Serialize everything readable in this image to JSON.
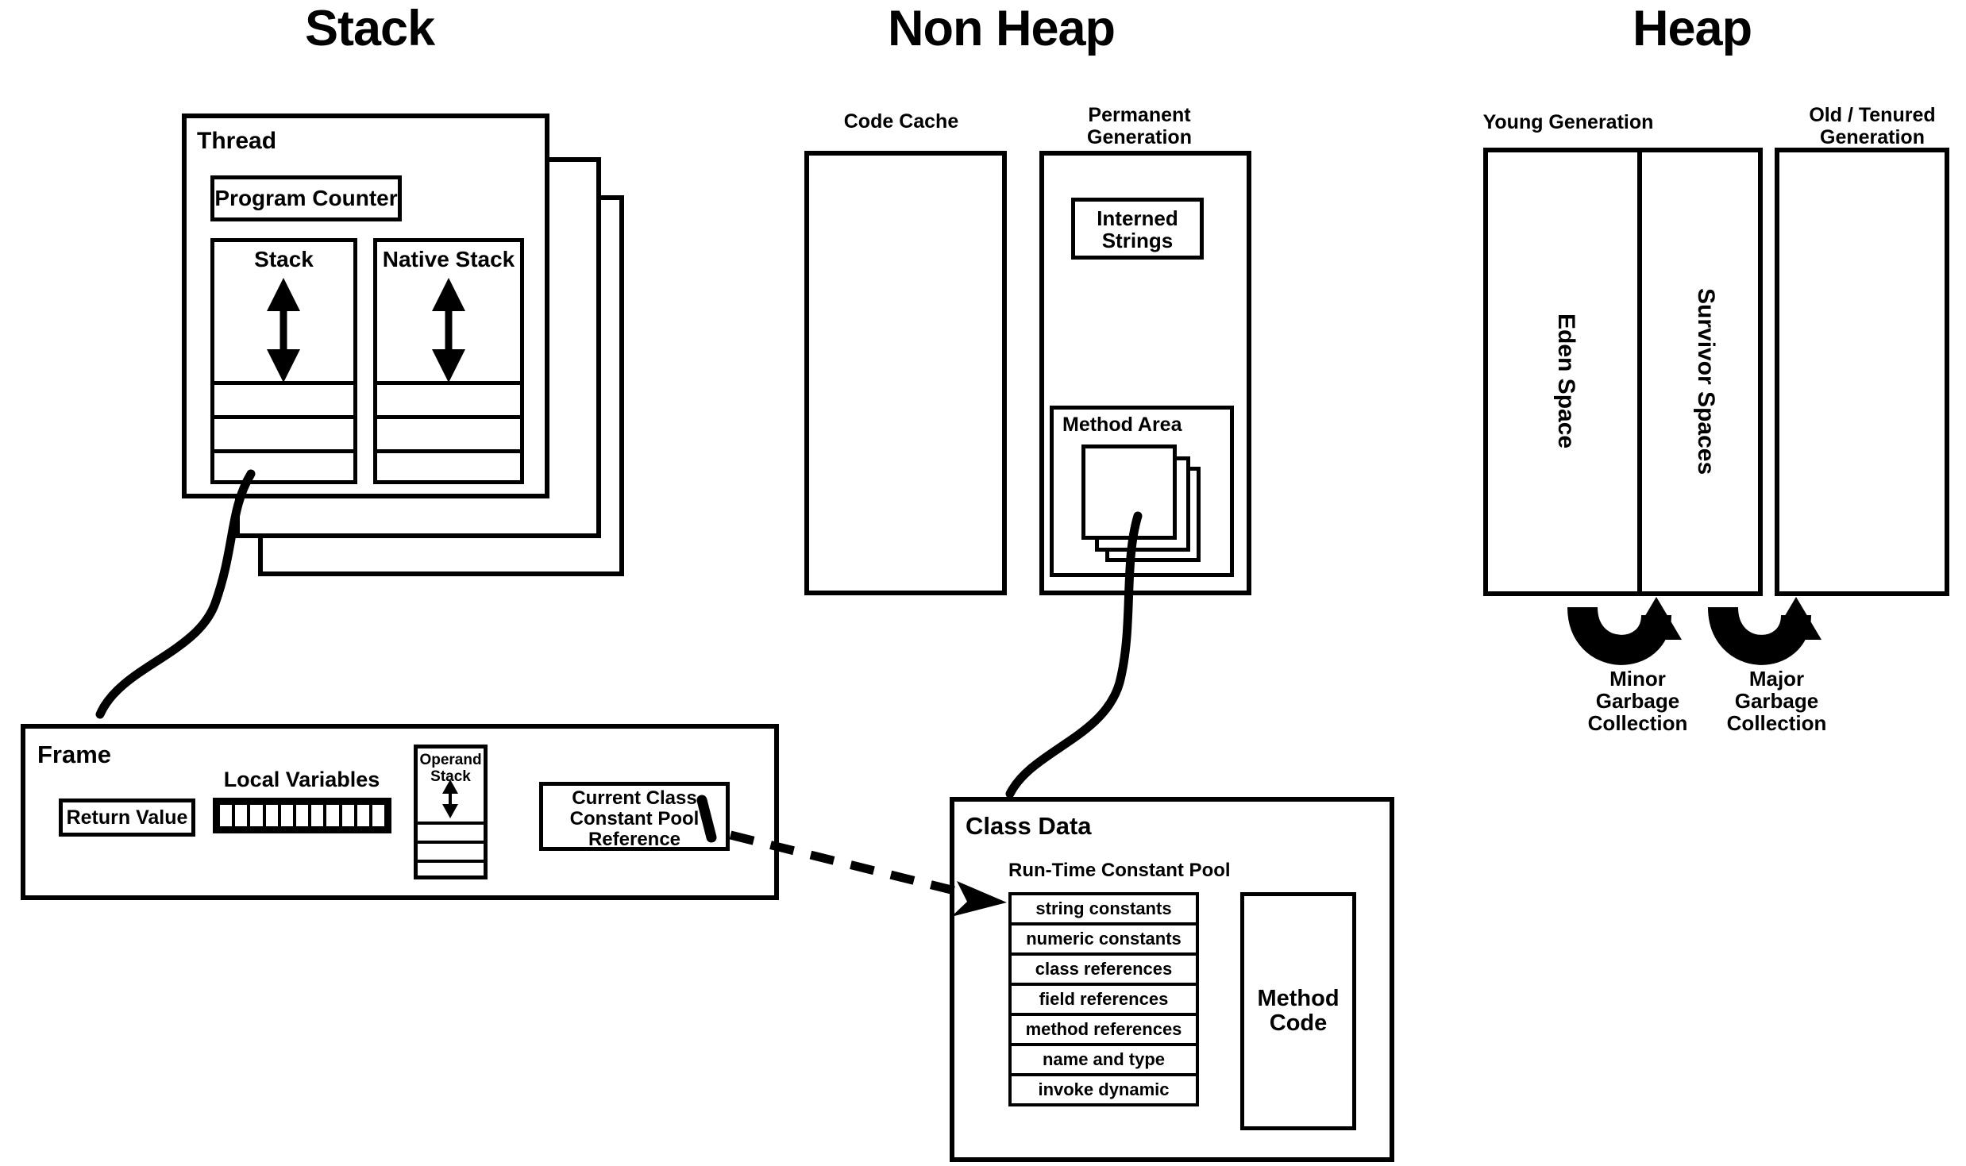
{
  "sections": [
    {
      "id": "stack",
      "title": "Stack"
    },
    {
      "id": "non_heap",
      "title": "Non Heap"
    },
    {
      "id": "heap",
      "title": "Heap"
    }
  ],
  "stack_section": {
    "thread": {
      "label": "Thread",
      "copies": 3,
      "program_counter": {
        "label": "Program Counter"
      },
      "columns": [
        {
          "label": "Stack",
          "frame_slots": 3,
          "arrow": "double-vertical-arrow"
        },
        {
          "label": "Native Stack",
          "frame_slots": 3,
          "arrow": "double-vertical-arrow"
        }
      ]
    },
    "frame": {
      "label": "Frame",
      "return_value": {
        "label": "Return Value"
      },
      "local_variables": {
        "label": "Local Variables",
        "slots": 11
      },
      "operand_stack": {
        "label": "Operand\nStack",
        "slots": 3,
        "arrow": "double-vertical-arrow"
      },
      "current_class_constant_pool_reference": {
        "label": "Current Class\nConstant Pool\nReference"
      }
    }
  },
  "non_heap_section": {
    "code_cache": {
      "label": "Code Cache"
    },
    "permanent_generation": {
      "label": "Permanent\nGeneration",
      "interned_strings": {
        "label": "Interned\nStrings"
      },
      "method_area": {
        "label": "Method Area",
        "class_copies": 3
      }
    },
    "class_data": {
      "label": "Class Data",
      "run_time_constant_pool": {
        "label": "Run-Time Constant Pool",
        "entries": [
          "string constants",
          "numeric constants",
          "class references",
          "field references",
          "method references",
          "name and type",
          "invoke dynamic"
        ]
      },
      "method_code": {
        "label": "Method\nCode"
      }
    }
  },
  "heap_section": {
    "young_generation": {
      "label": "Young Generation",
      "spaces": [
        {
          "label": "Eden Space"
        },
        {
          "label": "Survivor Spaces"
        }
      ]
    },
    "old_generation": {
      "label": "Old / Tenured\nGeneration"
    },
    "garbage_collection": [
      {
        "label": "Minor\nGarbage\nCollection",
        "arrow": "u-turn-arrow"
      },
      {
        "label": "Major\nGarbage\nCollection",
        "arrow": "u-turn-arrow"
      }
    ]
  },
  "connectors": [
    {
      "name": "stack-frame-connector",
      "style": "solid-curve"
    },
    {
      "name": "method-area-class-data-connector",
      "style": "solid-curve"
    },
    {
      "name": "constant-pool-reference-connector",
      "style": "dashed-arrow"
    }
  ],
  "colors": {
    "stroke": "#000000",
    "background": "#ffffff"
  }
}
